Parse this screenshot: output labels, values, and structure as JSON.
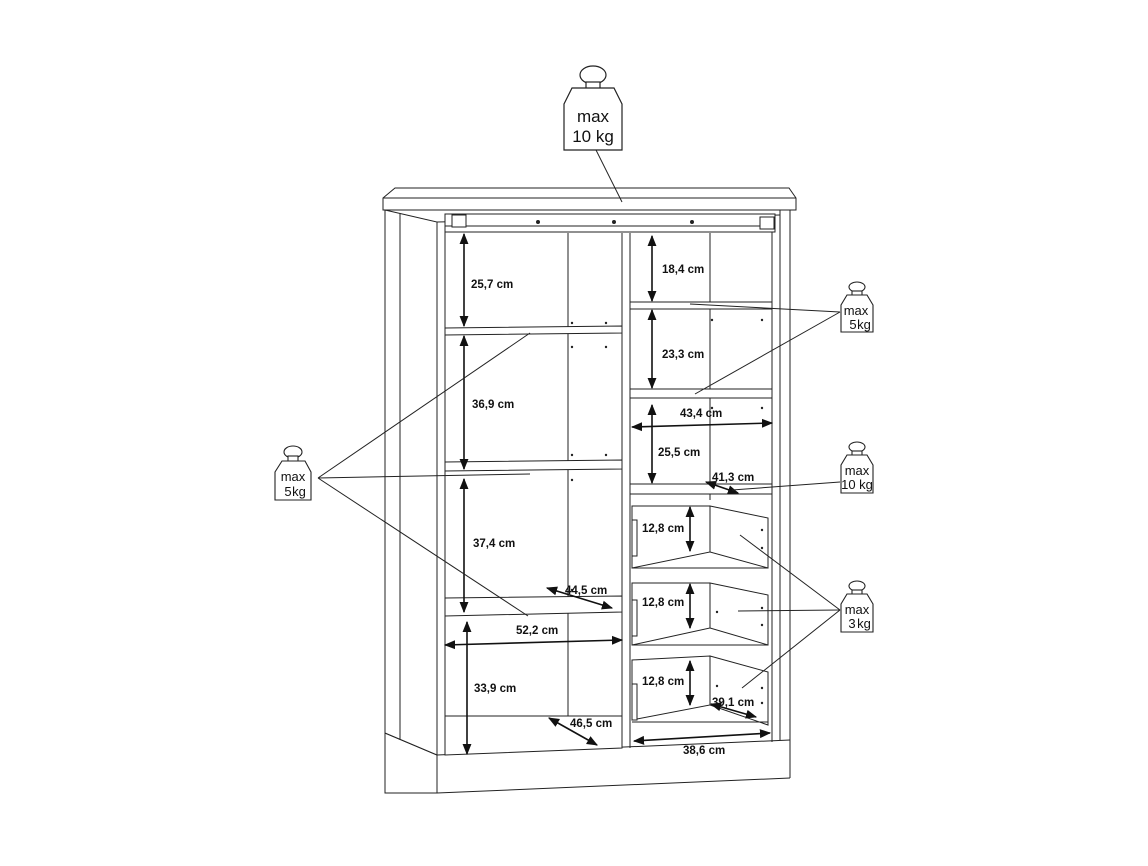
{
  "dimensions": {
    "left_shelf1": "25,7 cm",
    "left_shelf2": "36,9 cm",
    "left_shelf3": "37,4 cm",
    "left_shelf4": "33,9 cm",
    "left_shelf_depth": "44,5 cm",
    "left_width": "52,2 cm",
    "left_bottom_depth": "46,5 cm",
    "right_top": "18,4 cm",
    "right_second": "23,3 cm",
    "right_width": "43,4 cm",
    "right_third": "25,5 cm",
    "right_shelf_depth": "41,3 cm",
    "drawer1_height": "12,8 cm",
    "drawer2_height": "12,8 cm",
    "drawer3_height": "12,8 cm",
    "drawer_depth": "39,1 cm",
    "right_bottom_width": "38,6 cm"
  },
  "weights": {
    "top": {
      "line1": "max",
      "line2": "10 kg",
      "icon": "weight-icon"
    },
    "left_shelves": {
      "line1": "max",
      "line2": "5",
      "unit": "kg",
      "icon": "weight-icon"
    },
    "right_shelves": {
      "line1": "max",
      "line2": "5",
      "unit": "kg",
      "icon": "weight-icon"
    },
    "right_middle": {
      "line1": "max",
      "line2": "10 kg",
      "icon": "weight-icon"
    },
    "drawers": {
      "line1": "max",
      "line2": "3",
      "unit": "kg",
      "icon": "weight-icon"
    }
  }
}
